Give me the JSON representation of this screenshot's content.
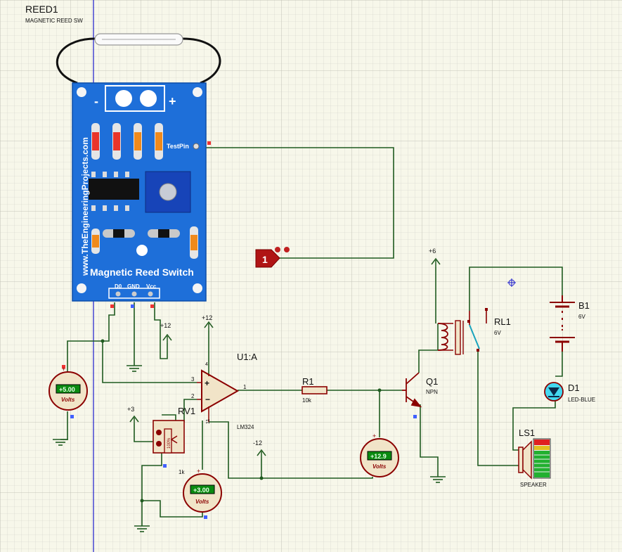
{
  "reed": {
    "ref": "REED1",
    "part": "MAGNETIC REED SW"
  },
  "module": {
    "brand": "www.TheEngineeringProjects.com",
    "title": "Magnetic Reed Switch",
    "minus": "-",
    "plus": "+",
    "testpin": "TestPin",
    "pins": [
      "D0",
      "GND",
      "Vcc"
    ]
  },
  "probe": {
    "number": "1"
  },
  "power": {
    "vcc12": "+12",
    "vcc12b": "+12",
    "vee": "-12",
    "v3": "+3",
    "v6": "+6"
  },
  "opamp": {
    "ref": "U1:A",
    "part": "LM324",
    "pin_in_plus": "3",
    "pin_in_minus": "2",
    "pin_out": "1",
    "pin_vcc": "4",
    "pin_vee": "11"
  },
  "rv1": {
    "ref": "RV1",
    "value": "1k",
    "pct": "100%"
  },
  "r1": {
    "ref": "R1",
    "value": "10k"
  },
  "q1": {
    "ref": "Q1",
    "part": "NPN"
  },
  "rl1": {
    "ref": "RL1",
    "value": "6V"
  },
  "b1": {
    "ref": "B1",
    "value": "6V"
  },
  "d1": {
    "ref": "D1",
    "part": "LED-BLUE"
  },
  "ls1": {
    "ref": "LS1",
    "part": "SPEAKER"
  },
  "voltmeters": [
    {
      "reading": "+5.00",
      "unit": "Volts"
    },
    {
      "reading": "+3.00",
      "unit": "Volts"
    },
    {
      "reading": "+12.9",
      "unit": "Volts"
    }
  ],
  "colors": {
    "wire": "#1f5a1f",
    "component": "#8b0000",
    "board": "#1e6fd9",
    "background": "#f7f7ea",
    "grid": "#c4c4c4",
    "led": "#44d8f0"
  }
}
